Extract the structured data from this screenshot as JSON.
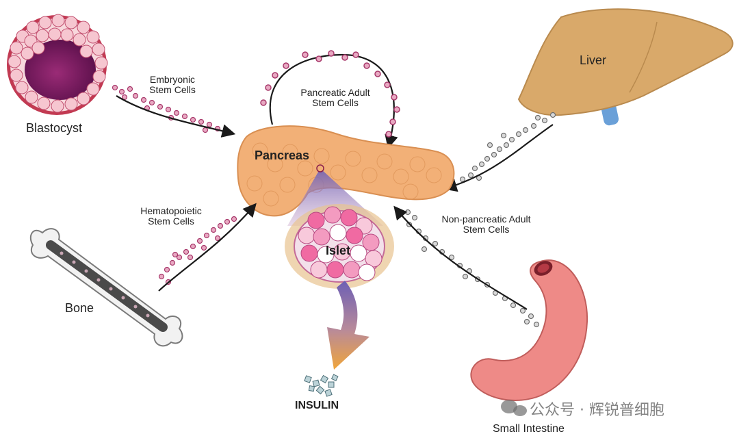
{
  "labels": {
    "blastocyst": "Blastocyst",
    "embryonic_line1": "Embryonic",
    "embryonic_line2": "Stem Cells",
    "pancreatic_adult_line1": "Pancreatic Adult",
    "pancreatic_adult_line2": "Stem Cells",
    "liver": "Liver",
    "pancreas": "Pancreas",
    "hematopoietic_line1": "Hematopoietic",
    "hematopoietic_line2": "Stem Cells",
    "non_pancreatic_line1": "Non-pancreatic Adult",
    "non_pancreatic_line2": "Stem Cells",
    "islet": "Islet",
    "bone": "Bone",
    "insulin": "INSULIN",
    "small_intestine": "Small Intestine",
    "watermark": "公众号 · 辉锐普细胞"
  },
  "colors": {
    "pancreas": "#f2b077",
    "liver": "#d9a96a",
    "intestine": "#ee8a87",
    "islet_cells": "#f06aa2",
    "pink_cells": "#b04a7a",
    "gray_cells": "#8a8a8a",
    "arrow": "#1a1a1a",
    "bile_duct": "#6aa0d8",
    "insulin_arrow_top": "#6c5fb5",
    "insulin_arrow_bottom": "#f0a53a"
  }
}
